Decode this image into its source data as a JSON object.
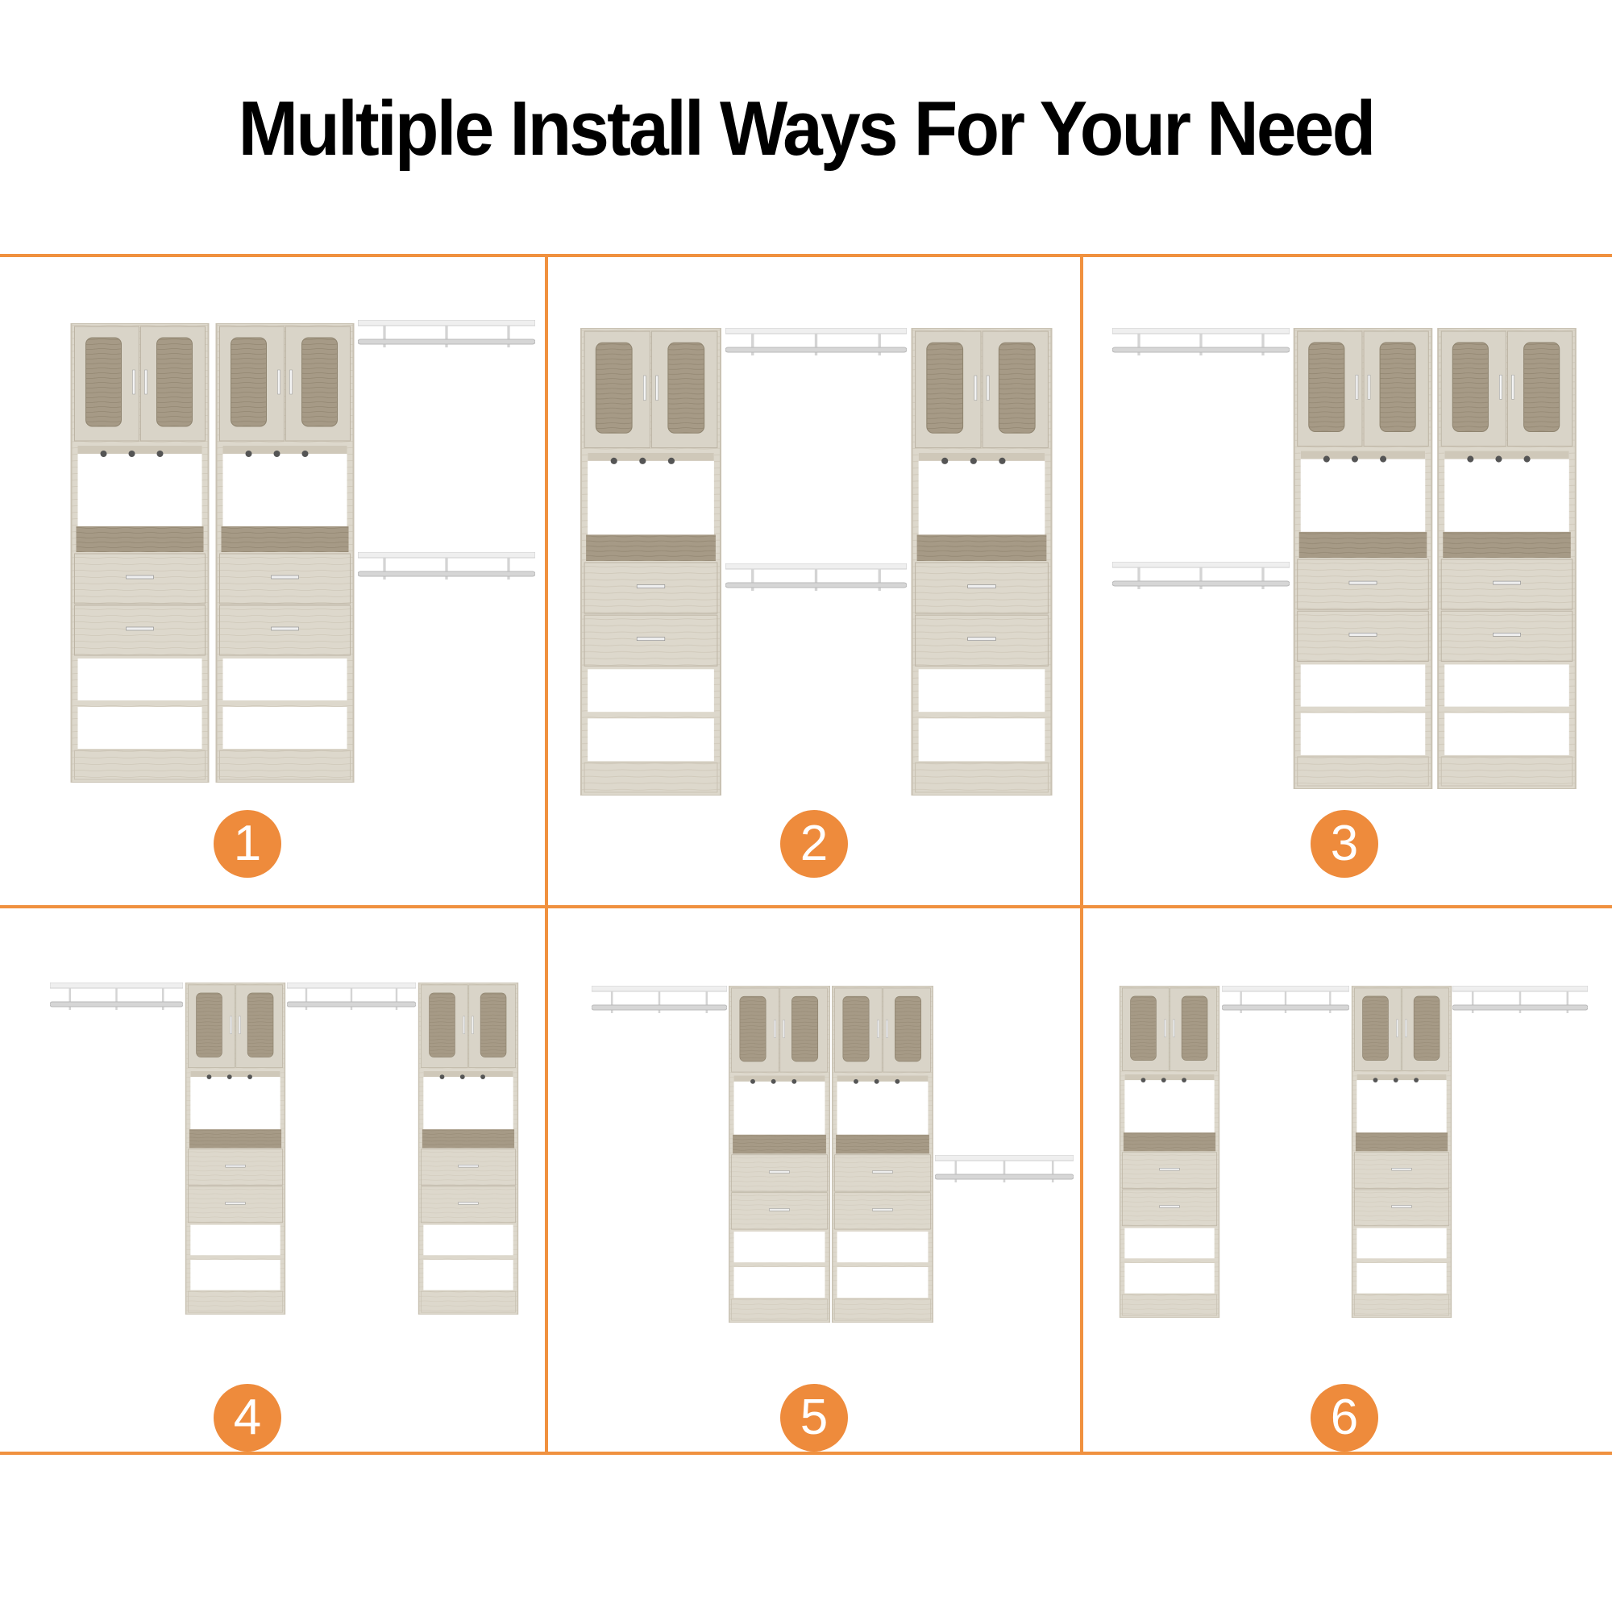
{
  "title": "Multiple Install Ways For Your Need",
  "colors": {
    "accent": "#ee8b3c",
    "divider": "#f0913f",
    "wood_light": "#ddd8cc",
    "wood_dark": "#a69a86",
    "rod": "#c9c9c9"
  },
  "options": [
    {
      "number": "1",
      "description": "two-towers-left-rods-right"
    },
    {
      "number": "2",
      "description": "towers-on-both-sides-rods-center"
    },
    {
      "number": "3",
      "description": "rods-left-two-towers-right"
    },
    {
      "number": "4",
      "description": "rod-tower-rod-tower"
    },
    {
      "number": "5",
      "description": "rod-two-towers-rod"
    },
    {
      "number": "6",
      "description": "tower-rod-tower-rod"
    }
  ]
}
